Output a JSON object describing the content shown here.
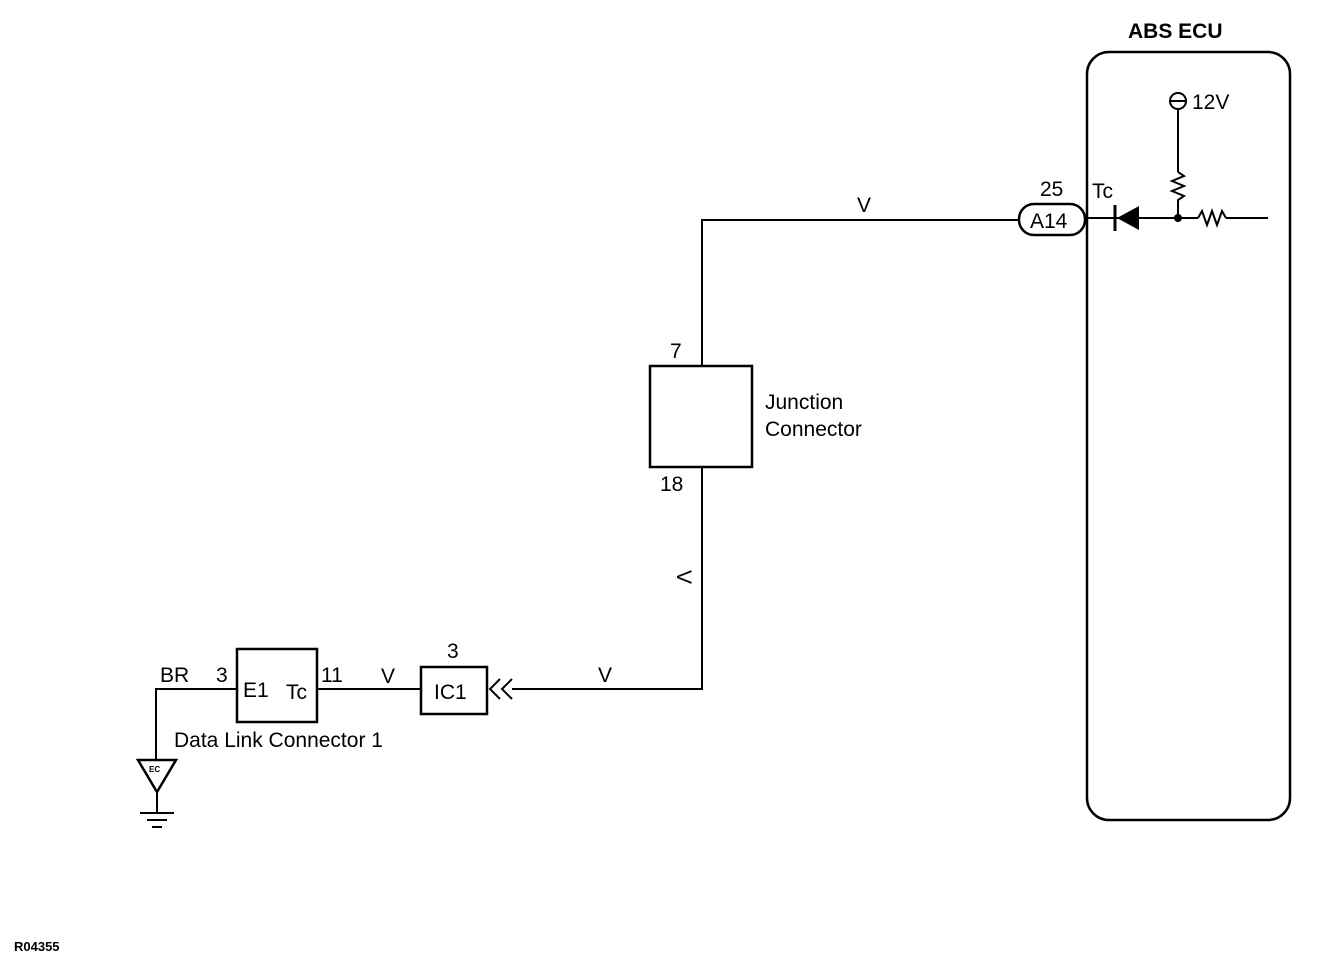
{
  "ecu": {
    "title": "ABS ECU",
    "supply_label": "12V",
    "terminal_label": "Tc",
    "pin_number": "25",
    "connector_id": "A14"
  },
  "wire_colors": {
    "top": "V",
    "vertical": "V",
    "bottom": "V",
    "dlc_out": "V",
    "ground": "BR"
  },
  "junction": {
    "label_line1": "Junction",
    "label_line2": "Connector",
    "pin_top": "7",
    "pin_bottom": "18"
  },
  "inline_connector": {
    "id": "IC1",
    "pin": "3"
  },
  "dlc": {
    "name": "Data Link Connector 1",
    "terminal_left": "E1",
    "terminal_right": "Tc",
    "pin_left": "3",
    "pin_right": "11"
  },
  "ground": {
    "code": "EC"
  },
  "figure_id": "R04355"
}
